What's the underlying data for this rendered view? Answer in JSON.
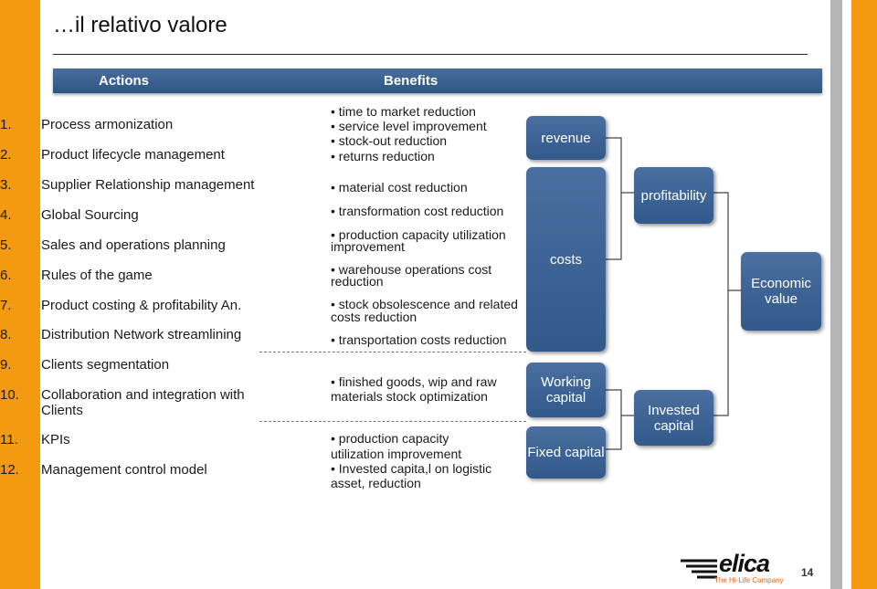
{
  "title": "…il relativo valore",
  "header": {
    "actions_label": "Actions",
    "benefits_label": "Benefits"
  },
  "actions": [
    {
      "num": "1.",
      "label": "Process armonization"
    },
    {
      "num": "2.",
      "label": "Product lifecycle management"
    },
    {
      "num": "3.",
      "label": "Supplier Relationship management"
    },
    {
      "num": "4.",
      "label": "Global Sourcing"
    },
    {
      "num": "5.",
      "label": "Sales and operations planning"
    },
    {
      "num": "6.",
      "label": "Rules of the game"
    },
    {
      "num": "7.",
      "label": "Product costing & profitability An."
    },
    {
      "num": "8.",
      "label": "Distribution Network streamlining"
    },
    {
      "num": "9.",
      "label": "Clients segmentation"
    },
    {
      "num": "10.",
      "label": "Collaboration and integration with Clients"
    },
    {
      "num": "11.",
      "label": "KPIs"
    },
    {
      "num": "12.",
      "label": "Management control model"
    }
  ],
  "benefits": {
    "b1": "• time to market reduction",
    "b2": "• service level improvement",
    "b3": "• stock-out reduction",
    "b4": "• returns reduction",
    "b5": "• material cost reduction",
    "b6": "• transformation cost reduction",
    "b7a": "• production capacity utilization",
    "b7b": "improvement",
    "b8a": "• warehouse operations cost",
    "b8b": "reduction",
    "b9a": "• stock obsolescence and related",
    "b9b": "costs reduction",
    "b10": "• transportation costs reduction",
    "b11a": "• finished goods, wip and raw",
    "b11b": "materials stock optimization",
    "b12a": "• production capacity",
    "b12b": "utilization improvement",
    "b13a": "• Invested capita,l on logistic",
    "b13b": "asset, reduction"
  },
  "boxes": {
    "revenue": "revenue",
    "costs": "costs",
    "working_capital": "Working capital",
    "fixed_capital": "Fixed capital",
    "profitability": "profitability",
    "invested_capital": "Invested capital",
    "economic_value": "Economic value"
  },
  "logo": {
    "brand": "elica",
    "tagline": "The Hi-Life Company"
  },
  "page_number": "14",
  "colors": {
    "accent_orange": "#f39a10",
    "box_blue": "#3b6294",
    "header_blue": "#2f5585"
  }
}
